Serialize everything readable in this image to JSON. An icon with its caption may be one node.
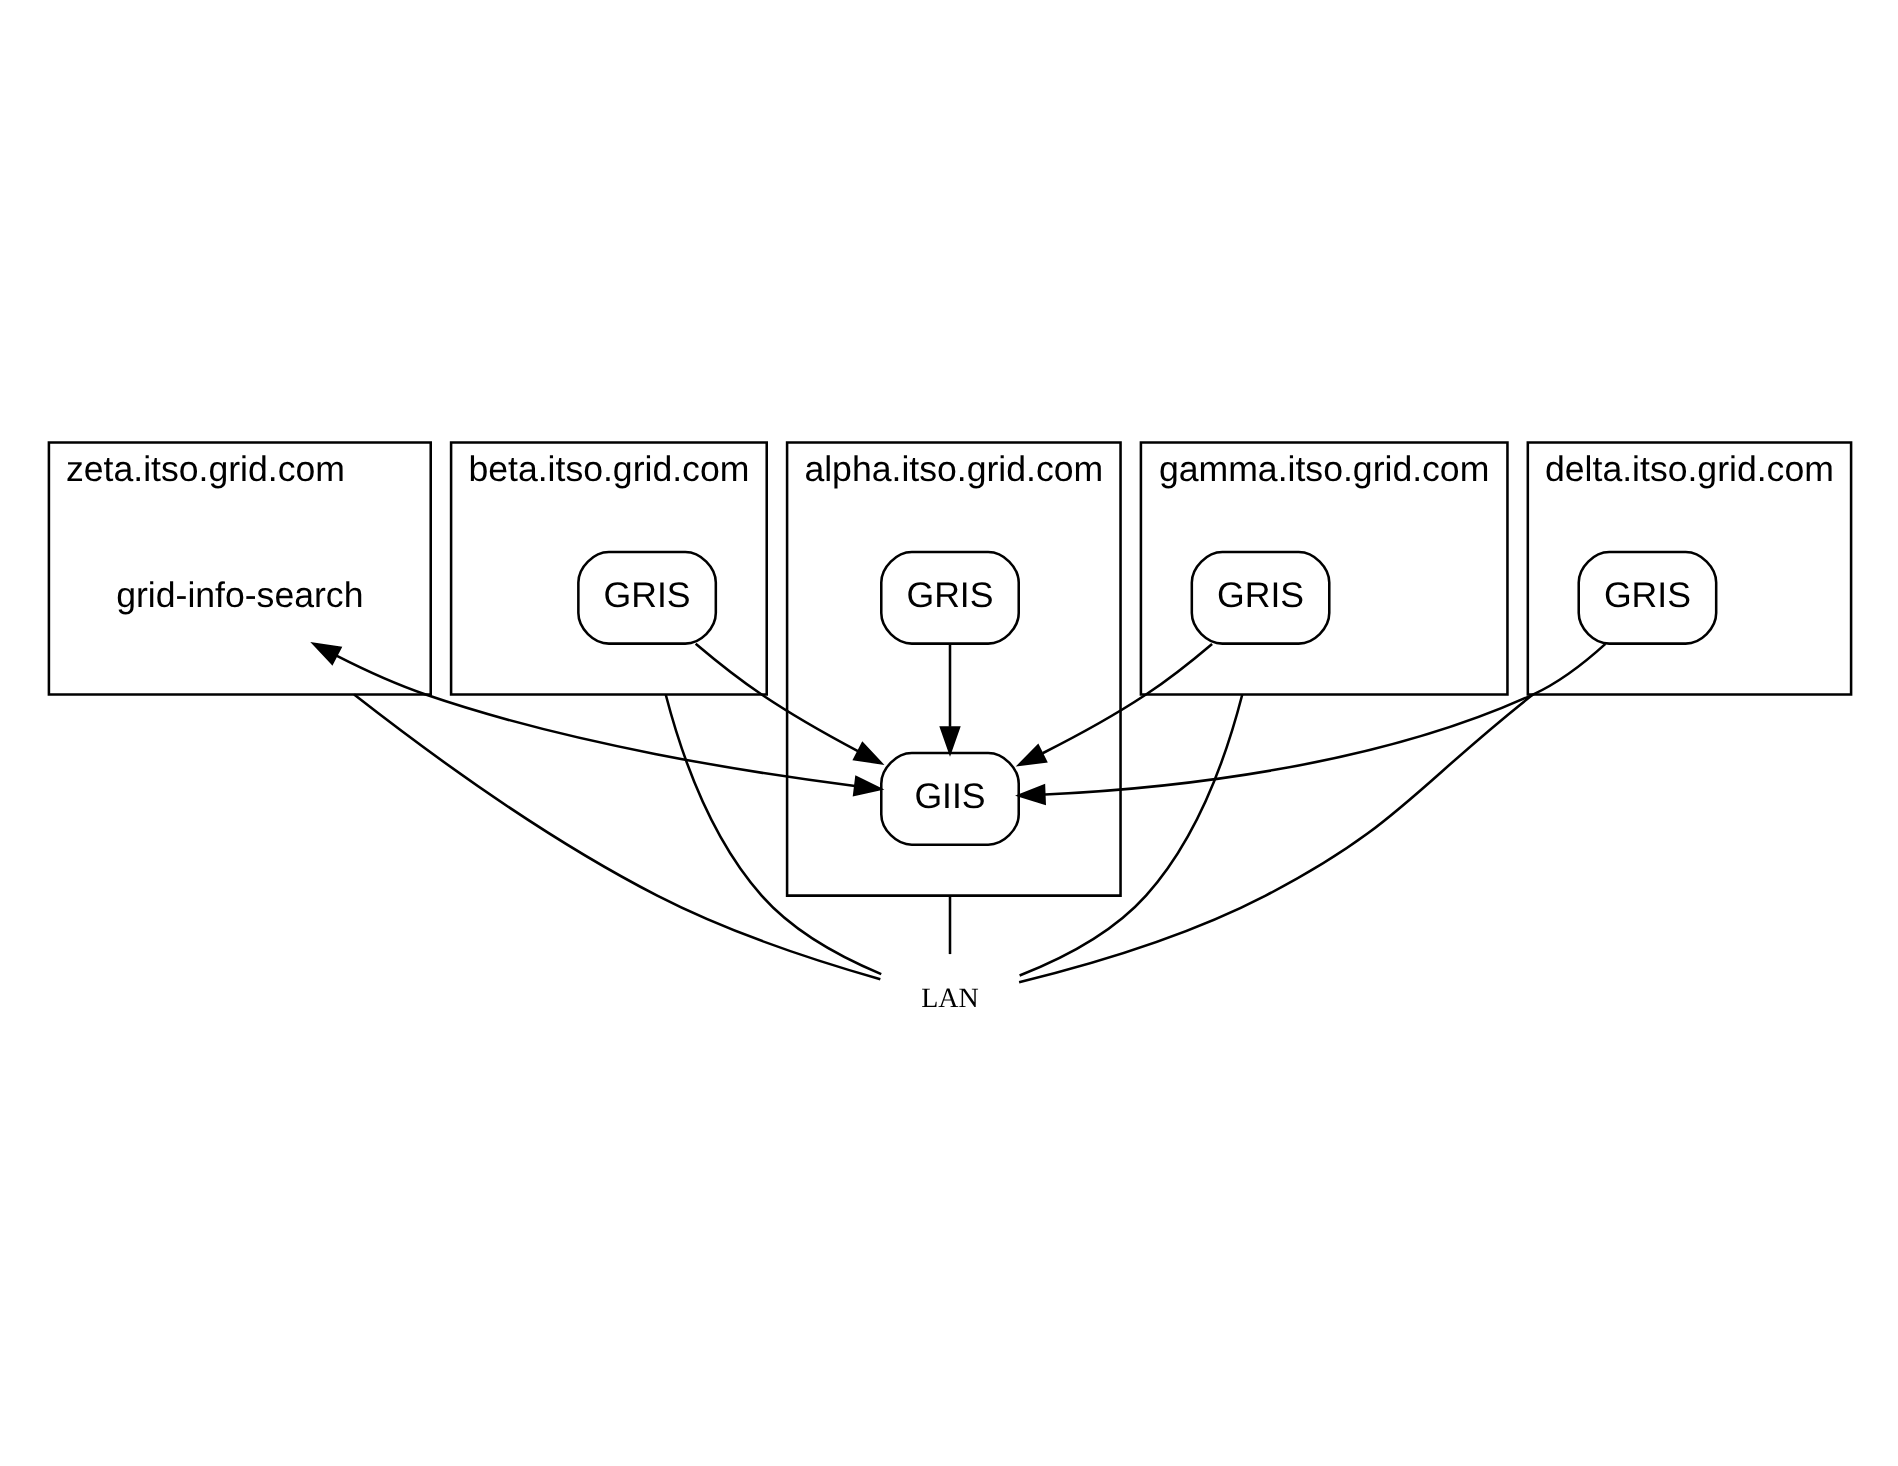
{
  "diagram": {
    "nodes": [
      {
        "text": [
          "zeta.itso.grid.com"
        ]
      },
      {
        "text": [
          "grid-info-search"
        ],
        "in": 0
      },
      {
        "text": [
          "alpha.itso.grid.com"
        ]
      },
      {
        "text": [
          "GIIS"
        ],
        "in": 2
      },
      {
        "text": [
          "GRIS"
        ],
        "in": 2
      },
      {
        "text": [
          "beta.itso.grid.com"
        ]
      },
      {
        "text": [
          "GRIS"
        ],
        "in": 5
      },
      {
        "text": [
          "gamma.itso.grid.com"
        ]
      },
      {
        "text": [
          "GRIS"
        ],
        "in": 7
      },
      {
        "text": [
          "delta.itso.grid.com"
        ]
      },
      {
        "text": [
          "GRIS"
        ],
        "in": 9
      },
      {
        "text": [
          "LAN"
        ]
      }
    ],
    "edges": [
      {
        "from": 1,
        "to": 3,
        "arrow": "both"
      },
      {
        "from": 4,
        "to": 3,
        "arrow": "to"
      },
      {
        "from": 6,
        "to": 3,
        "arrow": "to"
      },
      {
        "from": 8,
        "to": 3,
        "arrow": "to"
      },
      {
        "from": 10,
        "to": 3,
        "arrow": "to"
      },
      {
        "from": 0,
        "to": 11,
        "arrow": "none"
      },
      {
        "from": 2,
        "to": 11,
        "arrow": "none"
      },
      {
        "from": 5,
        "to": 11,
        "arrow": "none"
      },
      {
        "from": 7,
        "to": 11,
        "arrow": "none"
      },
      {
        "from": 9,
        "to": 11,
        "arrow": "none"
      }
    ]
  }
}
